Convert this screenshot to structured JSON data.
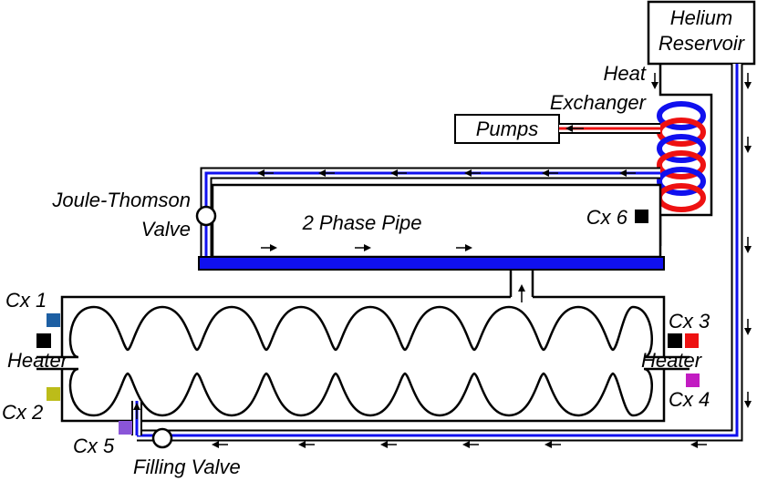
{
  "labels": {
    "reservoir_line1": "Helium",
    "reservoir_line2": "Reservoir",
    "heat_exchanger_line1": "Heat",
    "heat_exchanger_line2": "Exchanger",
    "pumps": "Pumps",
    "jt_valve_line1": "Joule-Thomson",
    "jt_valve_line2": "Valve",
    "two_phase_pipe": "2 Phase Pipe",
    "cx1": "Cx 1",
    "cx2": "Cx 2",
    "cx3": "Cx 3",
    "cx4": "Cx 4",
    "cx5": "Cx 5",
    "cx6": "Cx 6",
    "heater_left": "Heater",
    "heater_right": "Heater",
    "filling_valve": "Filling Valve"
  },
  "colors": {
    "pipe_blue": "#1010ee",
    "pipe_red": "#ee1111",
    "line": "#000000",
    "sensor_cx1": "#1d5fa3",
    "sensor_cx2": "#bcbc19",
    "sensor_cx3": "#000000",
    "sensor_cx3_red": "#ee1111",
    "sensor_cx4": "#c21cc2",
    "sensor_cx5": "#8a55d8",
    "sensor_cx6": "#000000",
    "heater": "#000000"
  }
}
